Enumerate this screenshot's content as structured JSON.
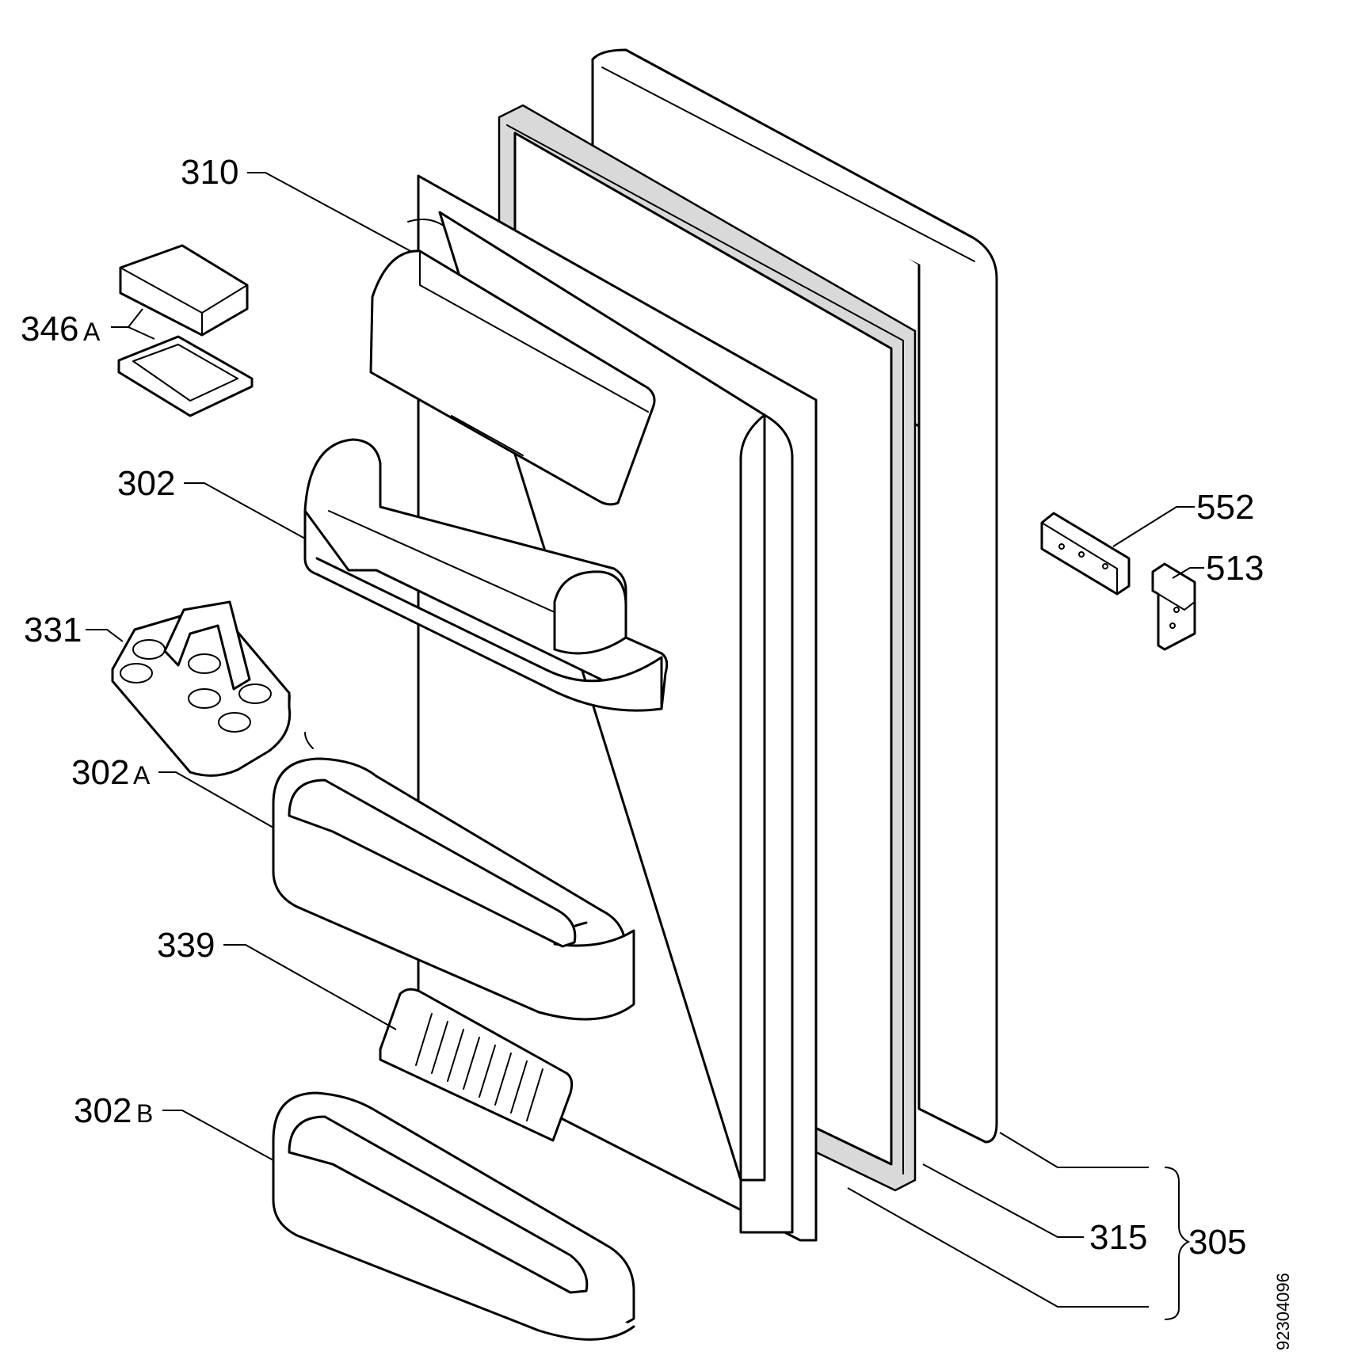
{
  "labels": {
    "l310": "310",
    "l346": "346",
    "l346_suffix": "A",
    "l302": "302",
    "l331": "331",
    "l302a": "302",
    "l302a_suffix": "A",
    "l339": "339",
    "l302b": "302",
    "l302b_suffix": "B",
    "l552": "552",
    "l513": "513",
    "l315": "315",
    "l305": "305"
  },
  "document_number": "92304096"
}
